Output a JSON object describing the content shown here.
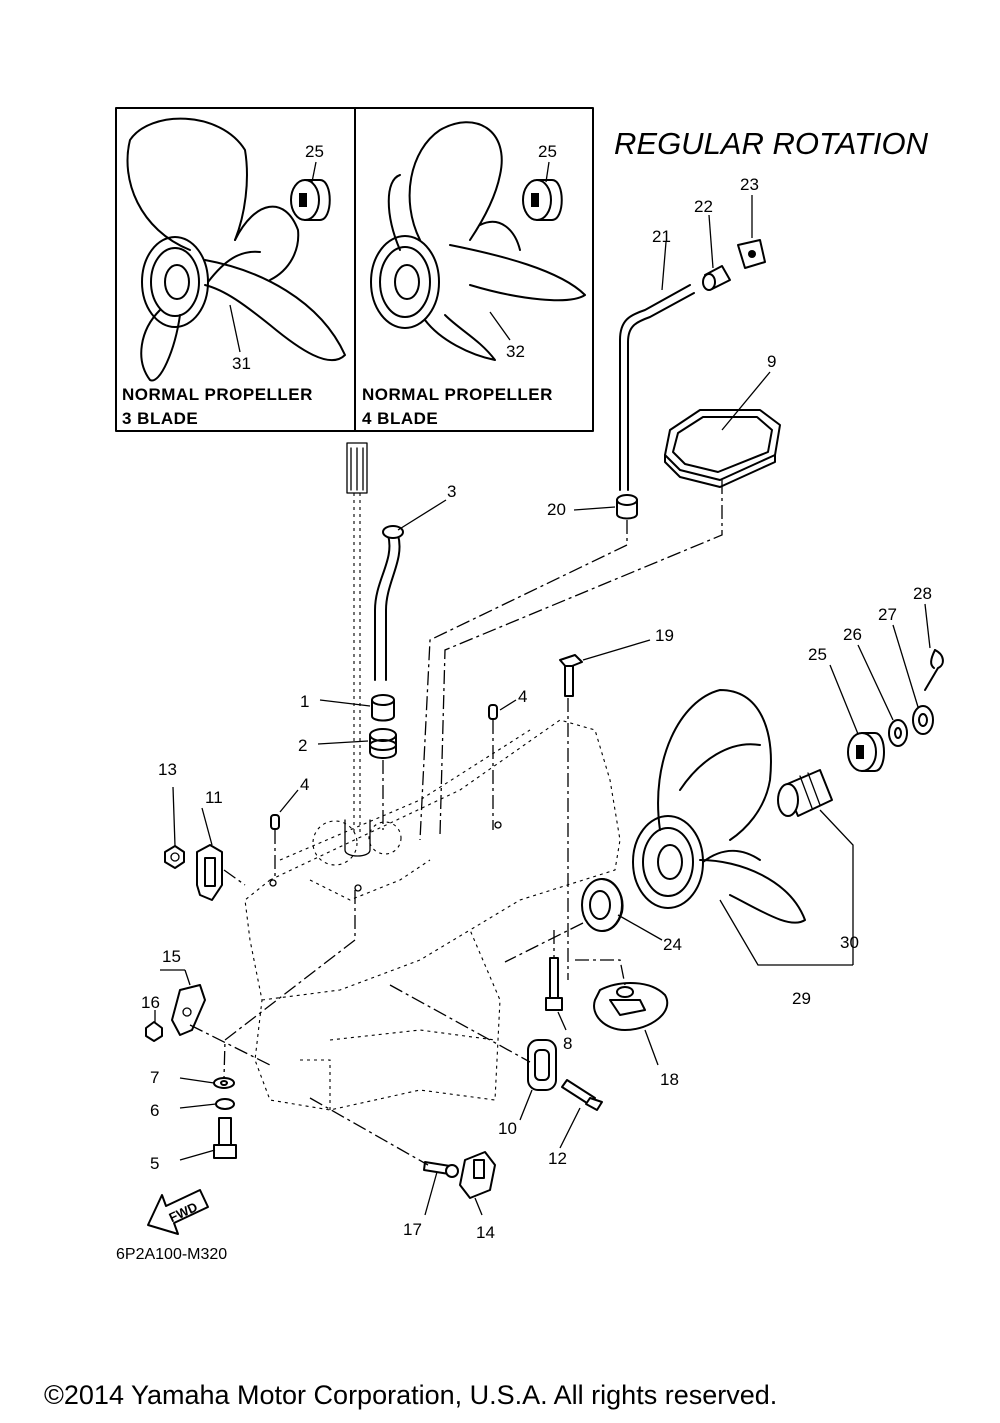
{
  "title": "REGULAR ROTATION",
  "drawing_code": "6P2A100-M320",
  "copyright": "©2014 Yamaha Motor Corporation, U.S.A. All rights reserved.",
  "fwd_label": "FWD",
  "inset_boxes": [
    {
      "line1": "NORMAL PROPELLER",
      "line2": "3 BLADE",
      "part_propeller": "31",
      "part_spacer": "25"
    },
    {
      "line1": "NORMAL PROPELLER",
      "line2": "4 BLADE",
      "part_propeller": "32",
      "part_spacer": "25"
    }
  ],
  "callouts": [
    "1",
    "2",
    "3",
    "4",
    "4",
    "5",
    "6",
    "7",
    "8",
    "9",
    "10",
    "11",
    "12",
    "13",
    "14",
    "15",
    "16",
    "17",
    "18",
    "19",
    "20",
    "21",
    "22",
    "23",
    "24",
    "25",
    "26",
    "27",
    "28",
    "29",
    "30"
  ]
}
